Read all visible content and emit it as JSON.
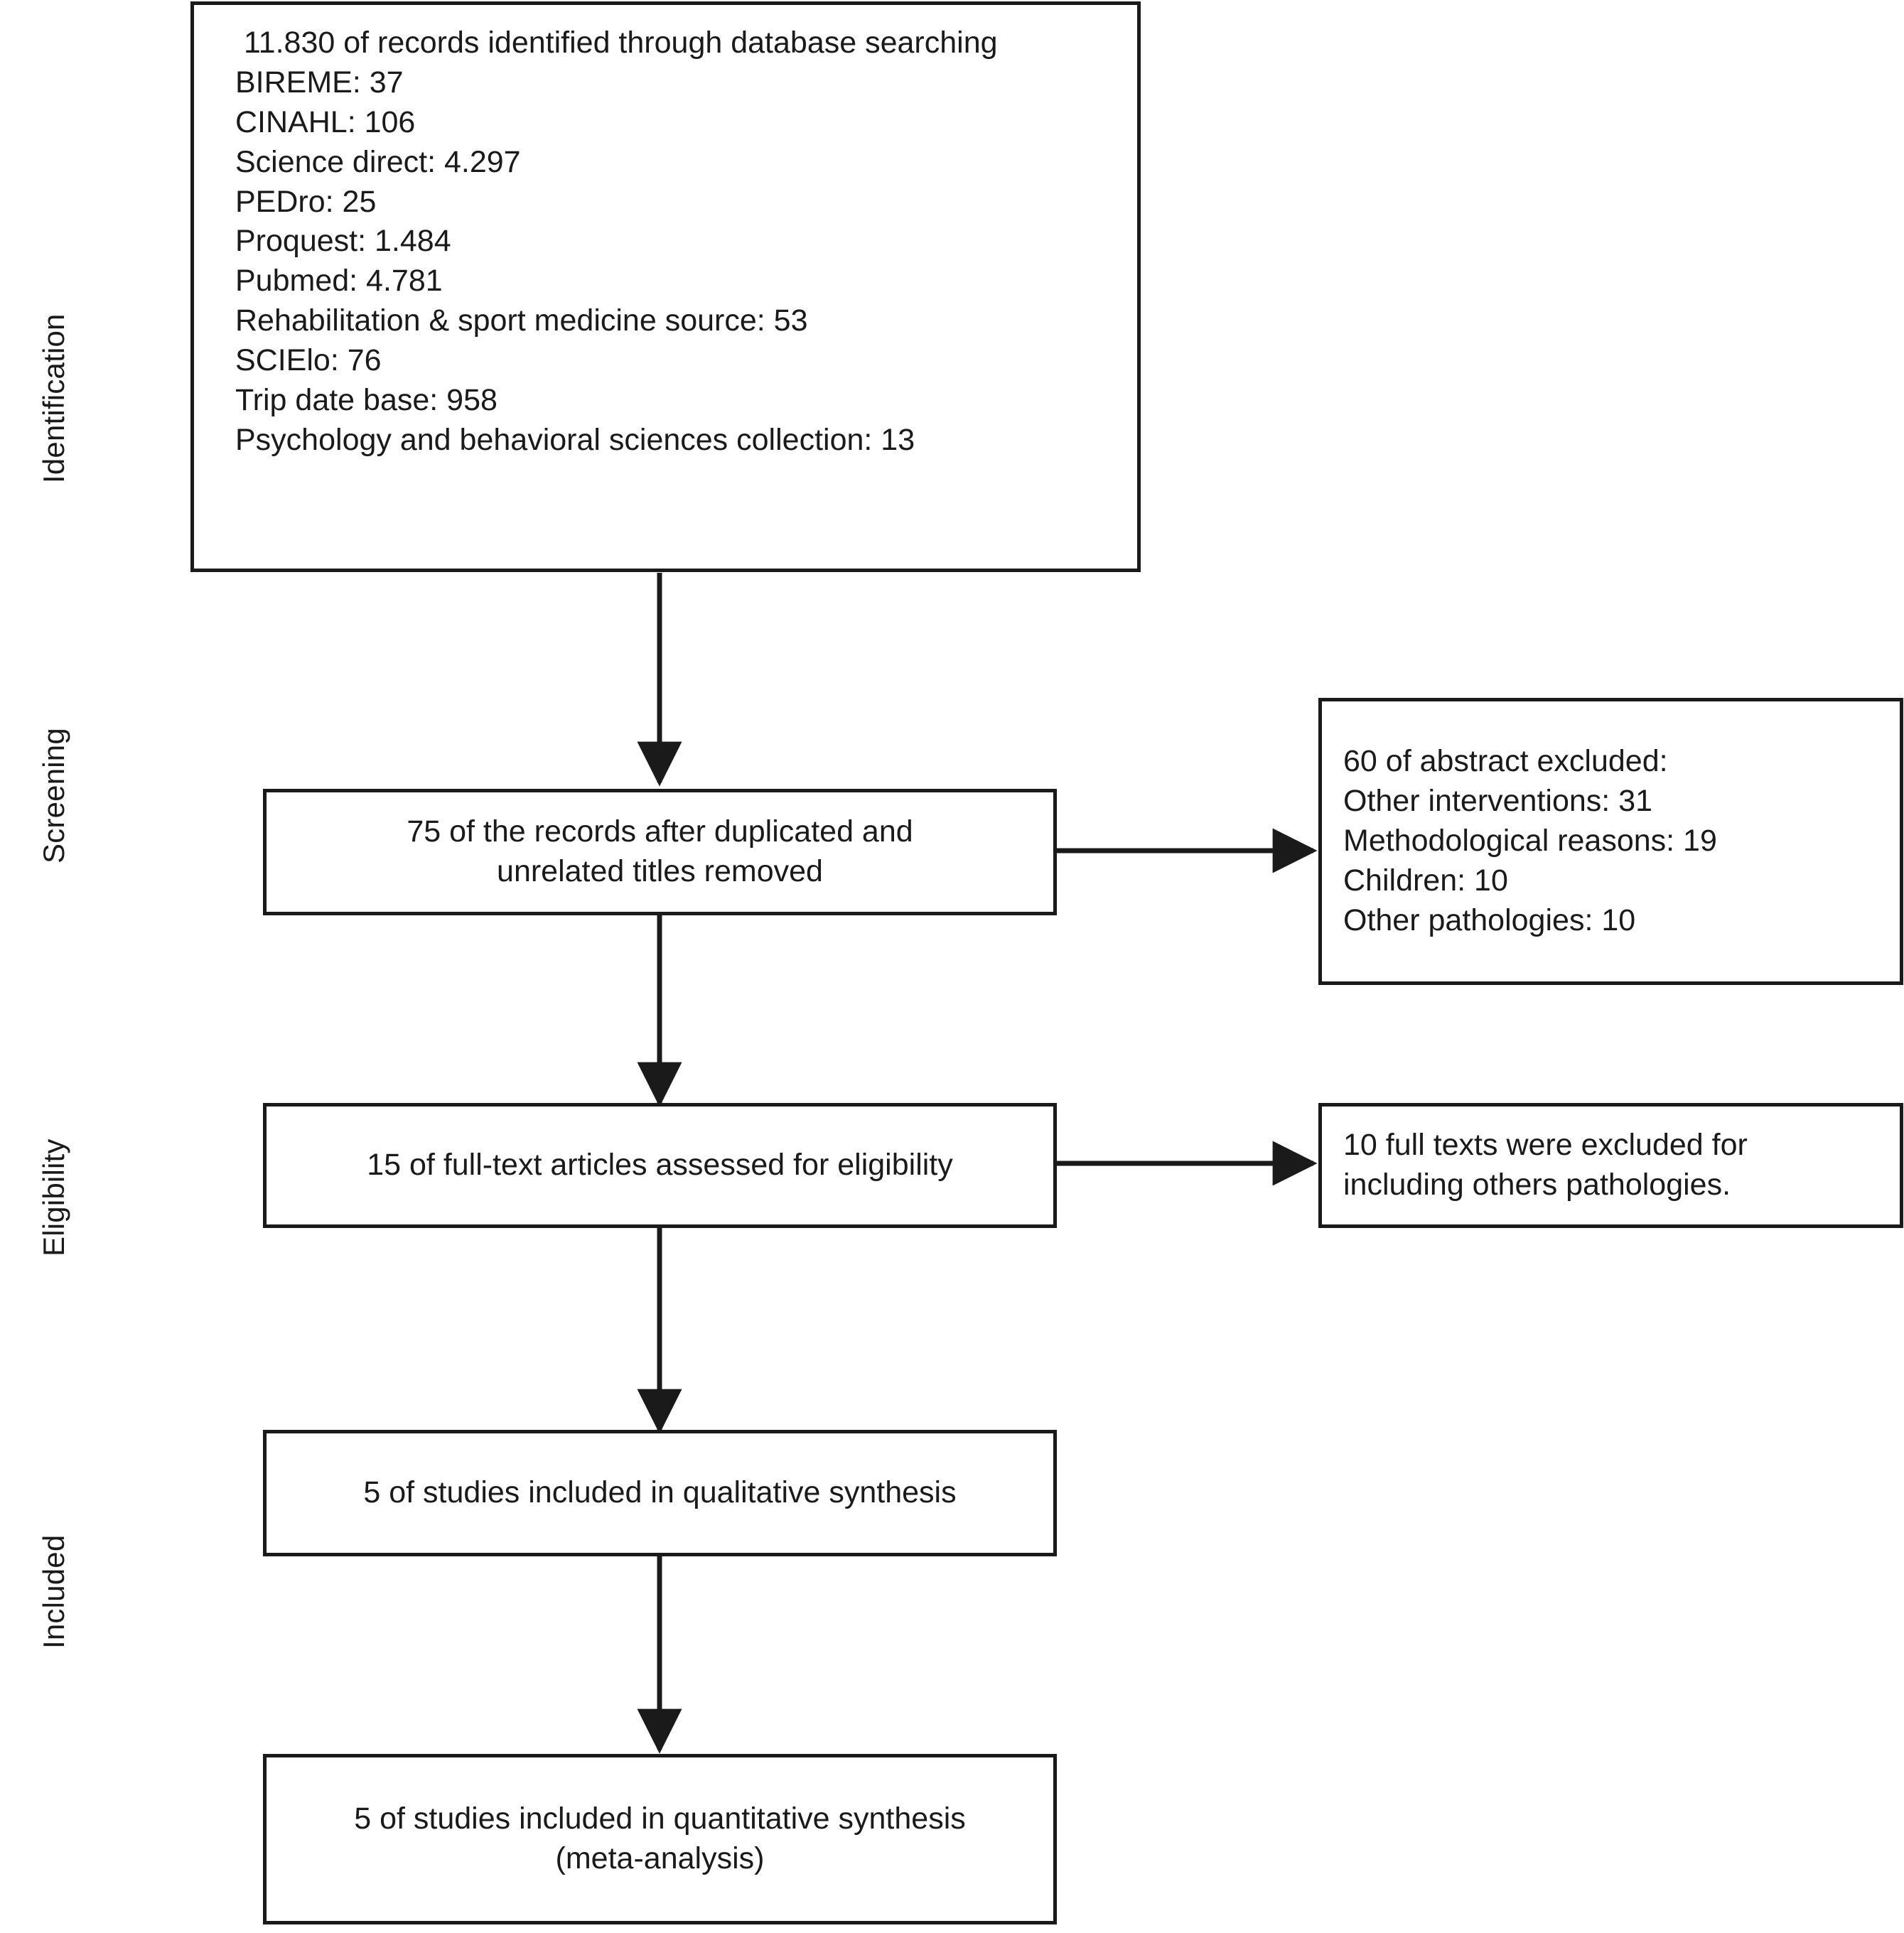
{
  "diagram": {
    "type": "prisma-flow-diagram",
    "stages": [
      {
        "id": "identification",
        "label": "Identification"
      },
      {
        "id": "screening",
        "label": "Screening"
      },
      {
        "id": "eligibility",
        "label": "Eligibility"
      },
      {
        "id": "included",
        "label": "Included"
      }
    ],
    "colors": {
      "box_border": "#1a1a1a",
      "box_fill": "#ffffff",
      "text": "#1a1a1a",
      "connector": "#1a1a1a",
      "background": "#ffffff"
    },
    "boxes": {
      "identification": {
        "heading": " 11.830 of records identified through database searching",
        "sources": [
          "BIREME: 37",
          "CINAHL: 106",
          "Science direct: 4.297",
          "PEDro: 25",
          "Proquest: 1.484",
          "Pubmed: 4.781",
          "Rehabilitation & sport medicine source: 53",
          "SCIElo: 76",
          "Trip date base: 958",
          "Psychology and behavioral sciences collection: 13"
        ]
      },
      "screening_records": {
        "lines": [
          "75 of the records after duplicated and",
          "unrelated titles removed"
        ]
      },
      "abstracts_excluded": {
        "lines": [
          "60 of abstract excluded:",
          "Other interventions: 31",
          "Methodological reasons: 19",
          "Children: 10",
          "Other pathologies: 10"
        ]
      },
      "eligibility_fulltext": {
        "lines": [
          "15 of full-text articles assessed for eligibility"
        ]
      },
      "fulltext_excluded": {
        "lines": [
          "10 full texts were excluded for",
          "including others pathologies."
        ]
      },
      "qualitative_synthesis": {
        "lines": [
          "5 of studies included in qualitative synthesis"
        ]
      },
      "quantitative_synthesis": {
        "lines": [
          "5 of studies included in quantitative synthesis",
          "(meta-analysis)"
        ]
      }
    },
    "connectors": [
      {
        "id": "ident-to-screening",
        "from": "identification",
        "to": "screening_records",
        "direction": "down",
        "arrow": true
      },
      {
        "id": "screening-to-abstracts",
        "from": "screening_records",
        "to": "abstracts_excluded",
        "direction": "right",
        "arrow": true
      },
      {
        "id": "screening-to-eligibility",
        "from": "screening_records",
        "to": "eligibility_fulltext",
        "direction": "down",
        "arrow": true
      },
      {
        "id": "eligibility-to-fulltext-excl",
        "from": "eligibility_fulltext",
        "to": "fulltext_excluded",
        "direction": "right",
        "arrow": true
      },
      {
        "id": "eligibility-to-qualitative",
        "from": "eligibility_fulltext",
        "to": "qualitative_synthesis",
        "direction": "down",
        "arrow": true
      },
      {
        "id": "qualitative-to-quantitative",
        "from": "qualitative_synthesis",
        "to": "quantitative_synthesis",
        "direction": "down",
        "arrow": true
      }
    ]
  }
}
